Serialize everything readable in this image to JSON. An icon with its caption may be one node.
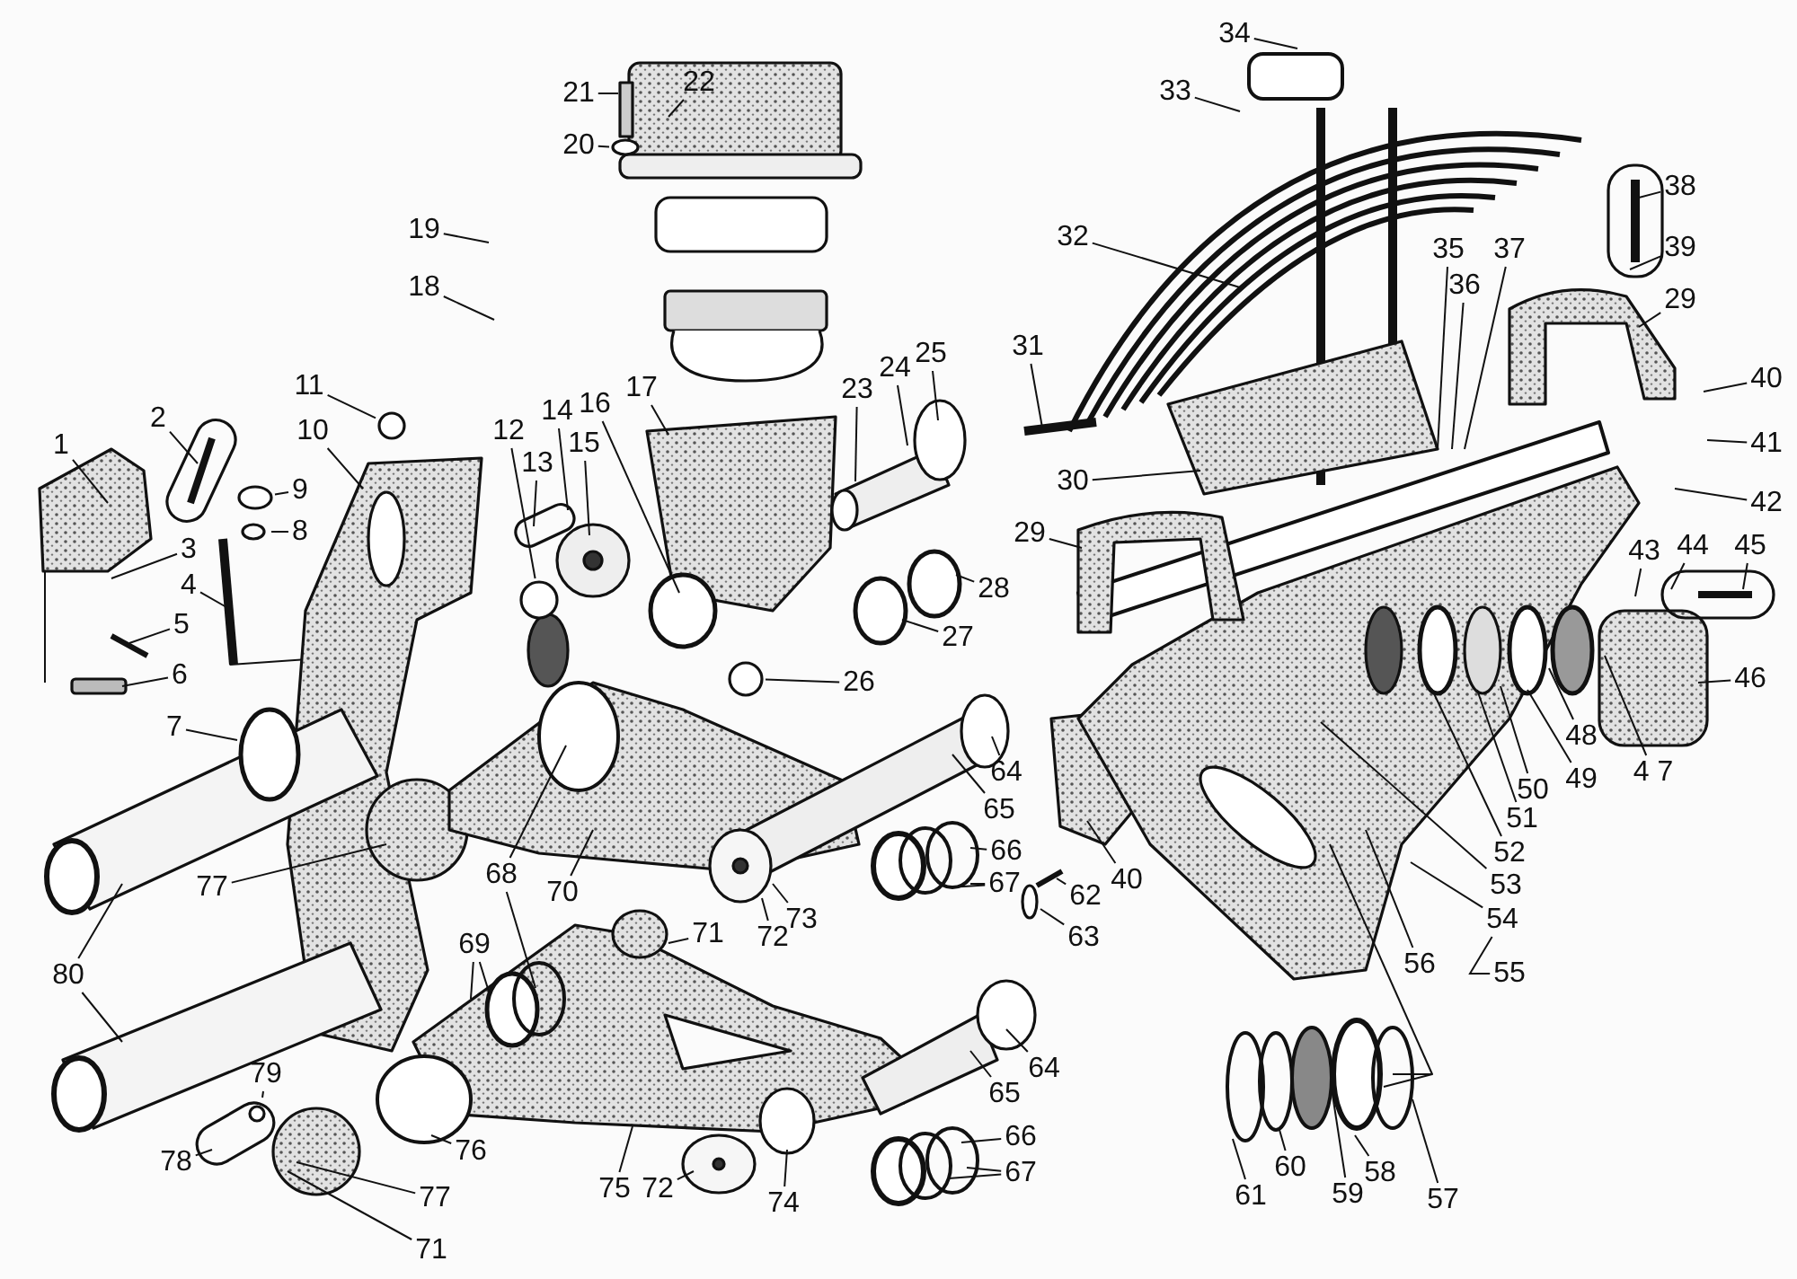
{
  "diagram": {
    "nodes": [
      {
        "text": [
          "1"
        ]
      },
      {
        "text": [
          "2"
        ]
      },
      {
        "text": [
          "3"
        ]
      },
      {
        "text": [
          "4"
        ]
      },
      {
        "text": [
          "5"
        ]
      },
      {
        "text": [
          "6"
        ]
      },
      {
        "text": [
          "7"
        ]
      },
      {
        "text": [
          "8"
        ]
      },
      {
        "text": [
          "9"
        ]
      },
      {
        "text": [
          "10"
        ]
      },
      {
        "text": [
          "11"
        ]
      },
      {
        "text": [
          "12"
        ]
      },
      {
        "text": [
          "13"
        ]
      },
      {
        "text": [
          "14"
        ]
      },
      {
        "text": [
          "15"
        ]
      },
      {
        "text": [
          "16"
        ]
      },
      {
        "text": [
          "17"
        ]
      },
      {
        "text": [
          "18"
        ]
      },
      {
        "text": [
          "19"
        ]
      },
      {
        "text": [
          "20"
        ]
      },
      {
        "text": [
          "21"
        ]
      },
      {
        "text": [
          "22"
        ]
      },
      {
        "text": [
          "23"
        ]
      },
      {
        "text": [
          "24"
        ]
      },
      {
        "text": [
          "25"
        ]
      },
      {
        "text": [
          "26"
        ]
      },
      {
        "text": [
          "27"
        ]
      },
      {
        "text": [
          "28"
        ]
      },
      {
        "text": [
          "29"
        ]
      },
      {
        "text": [
          "29"
        ]
      },
      {
        "text": [
          "30"
        ]
      },
      {
        "text": [
          "31"
        ]
      },
      {
        "text": [
          "32"
        ]
      },
      {
        "text": [
          "33"
        ]
      },
      {
        "text": [
          "34"
        ]
      },
      {
        "text": [
          "35"
        ]
      },
      {
        "text": [
          "36"
        ]
      },
      {
        "text": [
          "37"
        ]
      },
      {
        "text": [
          "38"
        ]
      },
      {
        "text": [
          "39"
        ]
      },
      {
        "text": [
          "40"
        ]
      },
      {
        "text": [
          "41"
        ]
      },
      {
        "text": [
          "42"
        ]
      },
      {
        "text": [
          "43"
        ]
      },
      {
        "text": [
          "44"
        ]
      },
      {
        "text": [
          "45"
        ]
      },
      {
        "text": [
          "46"
        ]
      },
      {
        "text": [
          "4 7"
        ]
      },
      {
        "text": [
          "48"
        ]
      },
      {
        "text": [
          "49"
        ]
      },
      {
        "text": [
          "50"
        ]
      },
      {
        "text": [
          "51"
        ]
      },
      {
        "text": [
          "52"
        ]
      },
      {
        "text": [
          "53"
        ]
      },
      {
        "text": [
          "54"
        ]
      },
      {
        "text": [
          "55"
        ]
      },
      {
        "text": [
          "56"
        ]
      },
      {
        "text": [
          "40"
        ]
      },
      {
        "text": [
          "62"
        ]
      },
      {
        "text": [
          "63"
        ]
      },
      {
        "text": [
          "64"
        ]
      },
      {
        "text": [
          "65"
        ]
      },
      {
        "text": [
          "66"
        ]
      },
      {
        "text": [
          "67"
        ]
      },
      {
        "text": [
          "68"
        ]
      },
      {
        "text": [
          "69"
        ]
      },
      {
        "text": [
          "70"
        ]
      },
      {
        "text": [
          "71"
        ]
      },
      {
        "text": [
          "72"
        ]
      },
      {
        "text": [
          "73"
        ]
      },
      {
        "text": [
          "64"
        ]
      },
      {
        "text": [
          "65"
        ]
      },
      {
        "text": [
          "66"
        ]
      },
      {
        "text": [
          "67"
        ]
      },
      {
        "text": [
          "57"
        ]
      },
      {
        "text": [
          "58"
        ]
      },
      {
        "text": [
          "59"
        ]
      },
      {
        "text": [
          "60"
        ]
      },
      {
        "text": [
          "61"
        ]
      },
      {
        "text": [
          "75"
        ]
      },
      {
        "text": [
          "72"
        ]
      },
      {
        "text": [
          "74"
        ]
      },
      {
        "text": [
          "76"
        ]
      },
      {
        "text": [
          "77"
        ]
      },
      {
        "text": [
          "71"
        ]
      },
      {
        "text": [
          "78"
        ]
      },
      {
        "text": [
          "79"
        ]
      },
      {
        "text": [
          "80"
        ]
      },
      {
        "text": [
          "77"
        ]
      },
      {
        "text": [],
        "shape": "circle"
      },
      {
        "text": [],
        "shape": "circle"
      },
      {
        "text": [],
        "shape": "circle"
      },
      {
        "text": [],
        "shape": "circle"
      },
      {
        "text": [],
        "shape": "circle"
      },
      {
        "text": [],
        "shape": "circle"
      }
    ],
    "edges": [
      {
        "from": 0,
        "to": null,
        "arrow": "none"
      },
      {
        "from": 1,
        "to": null,
        "arrow": "none"
      },
      {
        "from": 2,
        "to": null,
        "arrow": "none"
      },
      {
        "from": 3,
        "to": null,
        "arrow": "none"
      },
      {
        "from": 4,
        "to": null,
        "arrow": "none"
      },
      {
        "from": 5,
        "to": null,
        "arrow": "none"
      },
      {
        "from": 6,
        "to": null,
        "arrow": "none"
      },
      {
        "from": 7,
        "to": null,
        "arrow": "none"
      },
      {
        "from": 8,
        "to": 89,
        "arrow": "none"
      },
      {
        "from": 9,
        "to": null,
        "arrow": "none"
      },
      {
        "from": 10,
        "to": 90,
        "arrow": "none"
      },
      {
        "from": 11,
        "to": 91,
        "arrow": "none"
      },
      {
        "from": 12,
        "to": null,
        "arrow": "none"
      },
      {
        "from": 13,
        "to": null,
        "arrow": "none"
      },
      {
        "from": 14,
        "to": null,
        "arrow": "none"
      },
      {
        "from": 15,
        "to": null,
        "arrow": "none"
      },
      {
        "from": 16,
        "to": null,
        "arrow": "none"
      },
      {
        "from": 17,
        "to": null,
        "arrow": "none"
      },
      {
        "from": 18,
        "to": null,
        "arrow": "none"
      },
      {
        "from": 19,
        "to": 92,
        "arrow": "none"
      },
      {
        "from": 20,
        "to": null,
        "arrow": "none"
      },
      {
        "from": 21,
        "to": null,
        "arrow": "none"
      },
      {
        "from": 22,
        "to": null,
        "arrow": "none"
      },
      {
        "from": 23,
        "to": null,
        "arrow": "none"
      },
      {
        "from": 24,
        "to": null,
        "arrow": "none"
      },
      {
        "from": 25,
        "to": 93,
        "arrow": "none"
      },
      {
        "from": 26,
        "to": null,
        "arrow": "none"
      },
      {
        "from": 27,
        "to": null,
        "arrow": "none"
      },
      {
        "from": 28,
        "to": null,
        "arrow": "none"
      },
      {
        "from": 29,
        "to": null,
        "arrow": "none"
      },
      {
        "from": 30,
        "to": null,
        "arrow": "none"
      },
      {
        "from": 31,
        "to": null,
        "arrow": "none"
      },
      {
        "from": 32,
        "to": null,
        "arrow": "none"
      },
      {
        "from": 33,
        "to": null,
        "arrow": "none"
      },
      {
        "from": 34,
        "to": null,
        "arrow": "none"
      },
      {
        "from": 35,
        "to": null,
        "arrow": "none"
      },
      {
        "from": 36,
        "to": null,
        "arrow": "none"
      },
      {
        "from": 37,
        "to": null,
        "arrow": "none"
      },
      {
        "from": 38,
        "to": null,
        "arrow": "none"
      },
      {
        "from": 39,
        "to": null,
        "arrow": "none"
      },
      {
        "from": 40,
        "to": null,
        "arrow": "none"
      },
      {
        "from": 41,
        "to": null,
        "arrow": "none"
      },
      {
        "from": 42,
        "to": null,
        "arrow": "none"
      },
      {
        "from": 43,
        "to": null,
        "arrow": "none"
      },
      {
        "from": 44,
        "to": null,
        "arrow": "none"
      },
      {
        "from": 45,
        "to": null,
        "arrow": "none"
      },
      {
        "from": 46,
        "to": null,
        "arrow": "none"
      },
      {
        "from": 47,
        "to": null,
        "arrow": "none"
      },
      {
        "from": 48,
        "to": null,
        "arrow": "none"
      },
      {
        "from": 49,
        "to": null,
        "arrow": "none"
      },
      {
        "from": 50,
        "to": null,
        "arrow": "none"
      },
      {
        "from": 51,
        "to": null,
        "arrow": "none"
      },
      {
        "from": 52,
        "to": null,
        "arrow": "none"
      },
      {
        "from": 53,
        "to": null,
        "arrow": "none"
      },
      {
        "from": 54,
        "to": null,
        "arrow": "none"
      },
      {
        "from": 55,
        "to": 54,
        "arrow": "none"
      },
      {
        "from": 56,
        "to": null,
        "arrow": "none"
      },
      {
        "from": 57,
        "to": null,
        "arrow": "none"
      },
      {
        "from": 58,
        "to": null,
        "arrow": "none"
      },
      {
        "from": 59,
        "to": 94,
        "arrow": "none"
      },
      {
        "from": 60,
        "to": null,
        "arrow": "none"
      },
      {
        "from": 61,
        "to": null,
        "arrow": "none"
      },
      {
        "from": 62,
        "to": null,
        "arrow": "none"
      },
      {
        "from": 63,
        "to": null,
        "arrow": "none"
      },
      {
        "from": 63,
        "to": null,
        "arrow": "none"
      },
      {
        "from": 64,
        "to": null,
        "arrow": "none"
      },
      {
        "from": 64,
        "to": null,
        "arrow": "none"
      },
      {
        "from": 65,
        "to": null,
        "arrow": "none"
      },
      {
        "from": 65,
        "to": null,
        "arrow": "none"
      },
      {
        "from": 66,
        "to": null,
        "arrow": "none"
      },
      {
        "from": 67,
        "to": null,
        "arrow": "none"
      },
      {
        "from": 68,
        "to": null,
        "arrow": "none"
      },
      {
        "from": 69,
        "to": null,
        "arrow": "none"
      },
      {
        "from": 70,
        "to": null,
        "arrow": "none"
      },
      {
        "from": 71,
        "to": null,
        "arrow": "none"
      },
      {
        "from": 72,
        "to": null,
        "arrow": "none"
      },
      {
        "from": 73,
        "to": null,
        "arrow": "none"
      },
      {
        "from": 73,
        "to": null,
        "arrow": "none"
      },
      {
        "from": 74,
        "to": null,
        "arrow": "none"
      },
      {
        "from": 75,
        "to": null,
        "arrow": "none"
      },
      {
        "from": 76,
        "to": null,
        "arrow": "none"
      },
      {
        "from": 77,
        "to": null,
        "arrow": "none"
      },
      {
        "from": 78,
        "to": null,
        "arrow": "none"
      },
      {
        "from": 79,
        "to": null,
        "arrow": "none"
      },
      {
        "from": 80,
        "to": null,
        "arrow": "none"
      },
      {
        "from": 81,
        "to": null,
        "arrow": "none"
      },
      {
        "from": 82,
        "to": null,
        "arrow": "none"
      },
      {
        "from": 83,
        "to": null,
        "arrow": "none"
      },
      {
        "from": 84,
        "to": null,
        "arrow": "none"
      },
      {
        "from": 85,
        "to": null,
        "arrow": "none"
      },
      {
        "from": 86,
        "to": null,
        "arrow": "none"
      },
      {
        "from": 87,
        "to": null,
        "arrow": "none"
      },
      {
        "from": 87,
        "to": null,
        "arrow": "none"
      },
      {
        "from": 88,
        "to": null,
        "arrow": "none"
      }
    ]
  }
}
